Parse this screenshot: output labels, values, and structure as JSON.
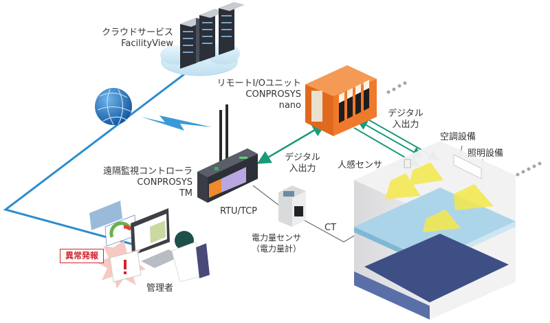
{
  "diagram": {
    "title": "",
    "colors": {
      "network_line": "#2c8ccf",
      "digital_io_arrow": "#1a9a7a",
      "wire": "#6b6b6b",
      "remote_io_body": "#f07a2c",
      "alert_red": "#d2232a",
      "light_cone": "#f5e84a",
      "floor_blue": "#a9d3e8",
      "ground_navy": "#3e4f86"
    },
    "nodes": {
      "cloud": {
        "icon": "cloud-server-rack-icon",
        "line1": "クラウドサービス",
        "line2": "FacilityView"
      },
      "internet": {
        "icon": "globe-network-icon"
      },
      "remote_io": {
        "icon": "remote-io-unit-icon",
        "line1": "リモートI/Oユニット",
        "line2": "CONPROSYS",
        "line3": "nano"
      },
      "controller": {
        "icon": "gateway-controller-icon",
        "line1": "遠隔監視コントローラ",
        "line2": "CONPROSYS",
        "line3": "TM"
      },
      "power_sensor": {
        "icon": "power-meter-icon",
        "line1": "電力量センサ",
        "line2": "（電力量計）"
      },
      "admin": {
        "icon": "admin-workstation-icon",
        "label": "管理者"
      },
      "alert": {
        "icon": "alert-envelope-icon",
        "label": "異常発報"
      },
      "building": {
        "icon": "office-building-icon"
      },
      "motion_sensor": {
        "label": "人感センサ"
      },
      "hvac": {
        "label": "空調設備"
      },
      "lighting": {
        "label": "照明設備"
      }
    },
    "edges": {
      "digital_io_controller": {
        "line1": "デジタル",
        "line2": "入出力"
      },
      "digital_io_building": {
        "line1": "デジタル",
        "line2": "入出力"
      },
      "rtu_tcp": {
        "label": "RTU/TCP"
      },
      "ct": {
        "label": "CT"
      }
    }
  }
}
